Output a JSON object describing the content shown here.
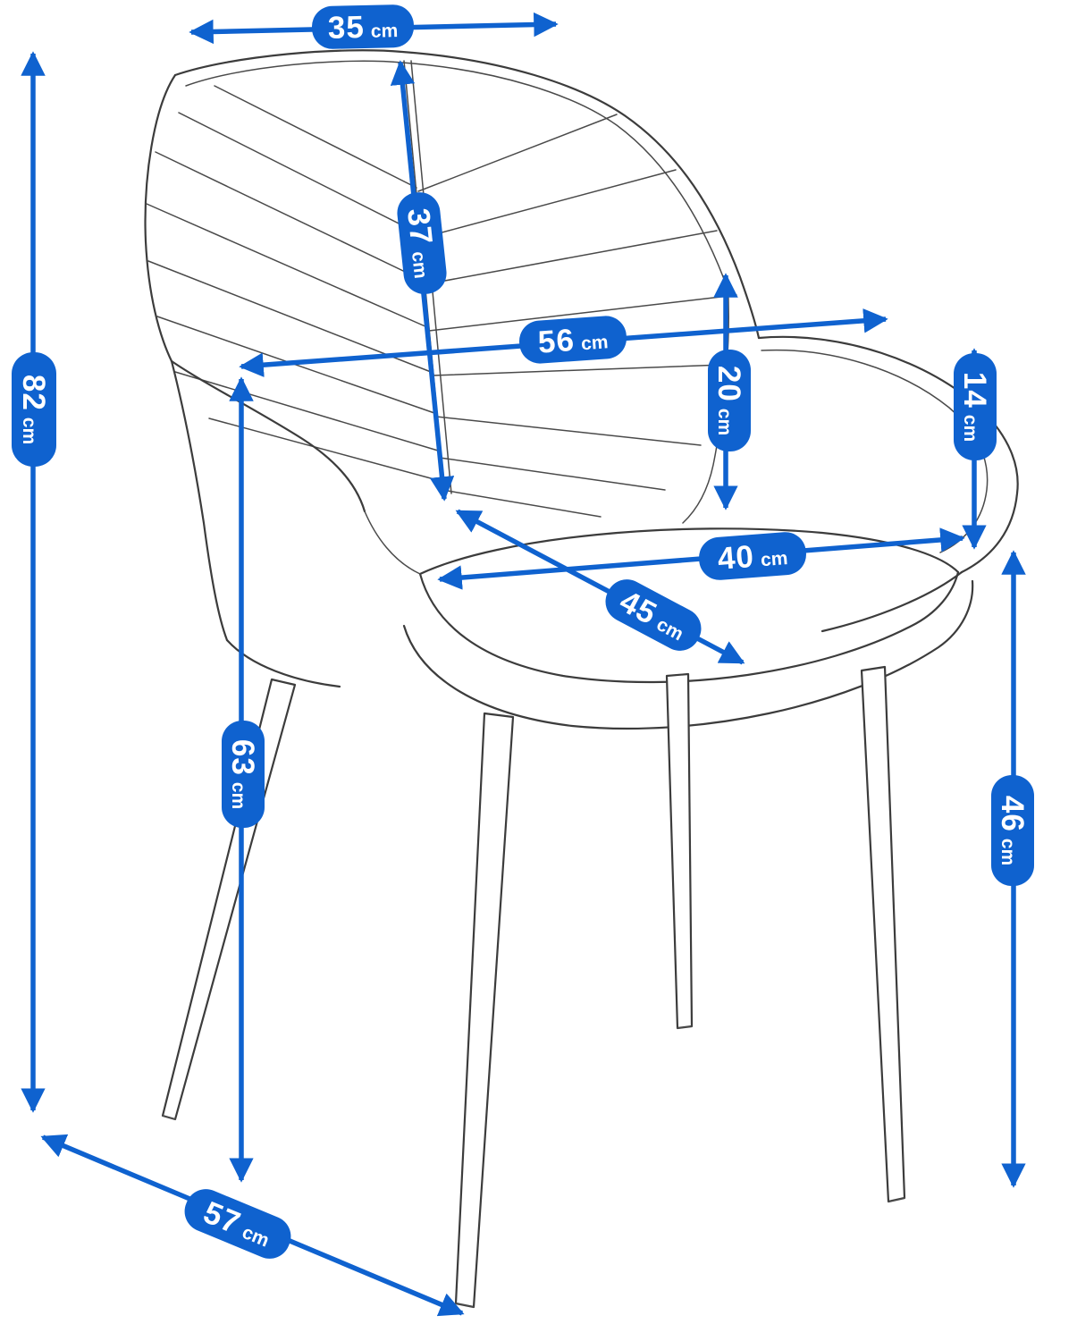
{
  "diagram": {
    "subject": "upholstered-armchair-dimension-diagram",
    "unit": "cm",
    "colors": {
      "accent": "#0f62cf",
      "line": "#3c3c3c",
      "background": "#ffffff",
      "badge_text": "#ffffff"
    }
  },
  "dimensions": {
    "back_top_width": {
      "value": "35",
      "unit": "cm"
    },
    "backrest_height": {
      "value": "37",
      "unit": "cm"
    },
    "total_height": {
      "value": "82",
      "unit": "cm"
    },
    "back_width": {
      "value": "56",
      "unit": "cm"
    },
    "back_cushion_height": {
      "value": "20",
      "unit": "cm"
    },
    "armrest_height": {
      "value": "14",
      "unit": "cm"
    },
    "seat_width": {
      "value": "40",
      "unit": "cm"
    },
    "seat_depth": {
      "value": "45",
      "unit": "cm"
    },
    "floor_to_armrest": {
      "value": "63",
      "unit": "cm"
    },
    "floor_to_seat": {
      "value": "46",
      "unit": "cm"
    },
    "total_depth": {
      "value": "57",
      "unit": "cm"
    }
  }
}
